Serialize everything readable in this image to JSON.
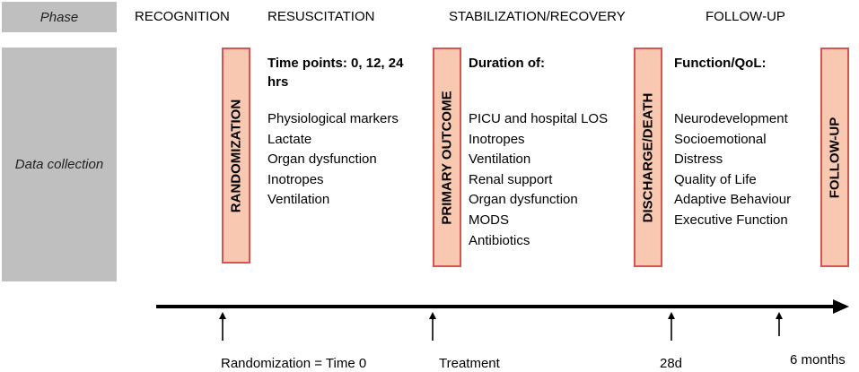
{
  "row_labels": {
    "phase": "Phase",
    "data_collection": "Data collection"
  },
  "phases": [
    "RECOGNITION",
    "RESUSCITATION",
    "STABILIZATION/RECOVERY",
    "FOLLOW-UP"
  ],
  "milestones": {
    "randomization": "RANDOMIZATION",
    "primary_outcome": "PRIMARY OUTCOME",
    "discharge_death": "DISCHARGE/DEATH",
    "follow_up": "FOLLOW-UP"
  },
  "resuscitation": {
    "heading": "Time points: 0, 12, 24 hrs",
    "items": [
      "Physiological markers",
      "Lactate",
      "Organ dysfunction",
      "Inotropes",
      "Ventilation"
    ]
  },
  "stabilization": {
    "heading": "Duration of:",
    "items": [
      "PICU and hospital LOS",
      "Inotropes",
      "Ventilation",
      "Renal support",
      "Organ dysfunction",
      "MODS",
      "Antibiotics"
    ]
  },
  "follow_up": {
    "heading": "Function/QoL:",
    "items": [
      "Neurodevelopment",
      "Socioemotional",
      "Distress",
      "Quality of Life",
      "Adaptive Behaviour",
      "Executive Function"
    ]
  },
  "timeline": {
    "randomization": "Randomization = Time 0",
    "treatment": "Treatment",
    "day28": "28d",
    "months6": "6 months"
  },
  "colors": {
    "label_bg": "#bfbfbf",
    "box_fill": "#f8c9b0",
    "box_border": "#d9534f"
  }
}
